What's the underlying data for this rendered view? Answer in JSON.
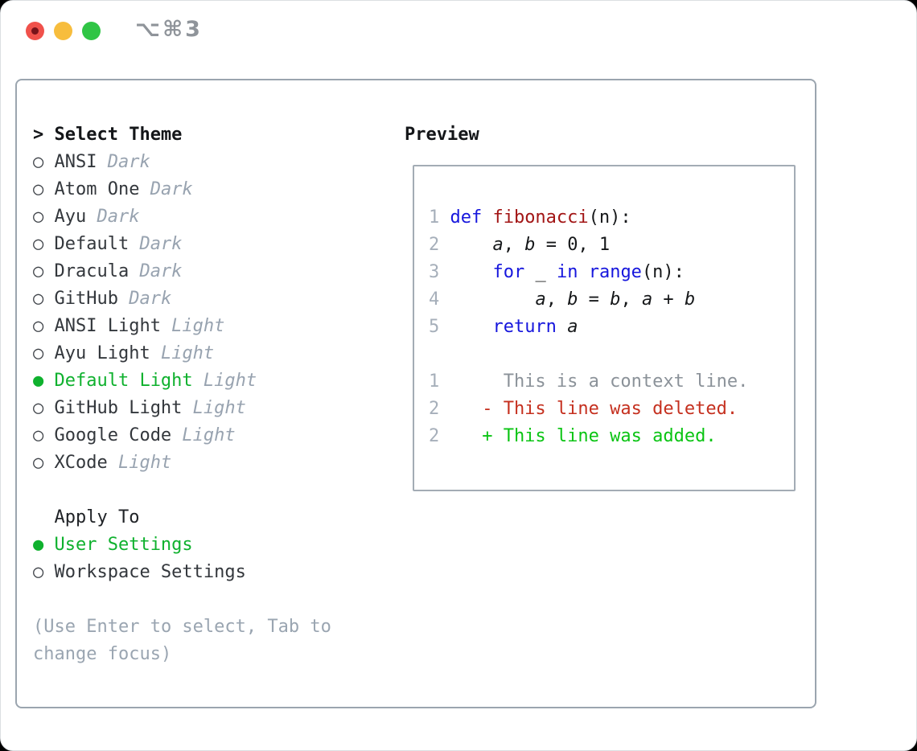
{
  "window": {
    "title": "⌥⌘3",
    "traffic_lights": [
      {
        "name": "close",
        "color": "#f0514b"
      },
      {
        "name": "minimize",
        "color": "#f7bd3d"
      },
      {
        "name": "zoom",
        "color": "#30c545"
      }
    ]
  },
  "theme_list": {
    "pointer": ">",
    "header": "Select Theme",
    "items": [
      {
        "name": "ANSI",
        "variant": "Dark",
        "selected": false
      },
      {
        "name": "Atom One",
        "variant": "Dark",
        "selected": false
      },
      {
        "name": "Ayu",
        "variant": "Dark",
        "selected": false
      },
      {
        "name": "Default",
        "variant": "Dark",
        "selected": false
      },
      {
        "name": "Dracula",
        "variant": "Dark",
        "selected": false
      },
      {
        "name": "GitHub",
        "variant": "Dark",
        "selected": false
      },
      {
        "name": "ANSI Light",
        "variant": "Light",
        "selected": false
      },
      {
        "name": "Ayu Light",
        "variant": "Light",
        "selected": false
      },
      {
        "name": "Default Light",
        "variant": "Light",
        "selected": true
      },
      {
        "name": "GitHub Light",
        "variant": "Light",
        "selected": false
      },
      {
        "name": "Google Code",
        "variant": "Light",
        "selected": false
      },
      {
        "name": "XCode",
        "variant": "Light",
        "selected": false
      }
    ]
  },
  "apply_to": {
    "header": "Apply To",
    "options": [
      {
        "label": "User Settings",
        "selected": true
      },
      {
        "label": "Workspace Settings",
        "selected": false
      }
    ]
  },
  "hint": {
    "full": "(Use Enter to select, Tab to change focus)",
    "lines": [
      "(Use Enter to select, Tab to",
      "change focus)"
    ]
  },
  "preview": {
    "title": "Preview",
    "code_lines": [
      {
        "num": "1",
        "tokens": [
          {
            "c": "kw",
            "t": "def "
          },
          {
            "c": "fn",
            "t": "fibonacci"
          },
          {
            "c": "pl",
            "t": "(n):"
          }
        ]
      },
      {
        "num": "2",
        "tokens": [
          {
            "c": "pl",
            "t": "    "
          },
          {
            "c": "var",
            "t": "a"
          },
          {
            "c": "pl",
            "t": ", "
          },
          {
            "c": "var",
            "t": "b"
          },
          {
            "c": "pl",
            "t": " = 0, 1"
          }
        ]
      },
      {
        "num": "3",
        "tokens": [
          {
            "c": "pl",
            "t": "    "
          },
          {
            "c": "kw",
            "t": "for"
          },
          {
            "c": "pl",
            "t": " _ "
          },
          {
            "c": "kw",
            "t": "in"
          },
          {
            "c": "pl",
            "t": " "
          },
          {
            "c": "kw",
            "t": "range"
          },
          {
            "c": "pl",
            "t": "(n):"
          }
        ]
      },
      {
        "num": "4",
        "tokens": [
          {
            "c": "pl",
            "t": "        "
          },
          {
            "c": "var",
            "t": "a"
          },
          {
            "c": "pl",
            "t": ", "
          },
          {
            "c": "var",
            "t": "b"
          },
          {
            "c": "pl",
            "t": " = "
          },
          {
            "c": "var",
            "t": "b"
          },
          {
            "c": "pl",
            "t": ", "
          },
          {
            "c": "var",
            "t": "a"
          },
          {
            "c": "pl",
            "t": " + "
          },
          {
            "c": "var",
            "t": "b"
          }
        ]
      },
      {
        "num": "5",
        "tokens": [
          {
            "c": "pl",
            "t": "    "
          },
          {
            "c": "kw",
            "t": "return"
          },
          {
            "c": "pl",
            "t": " "
          },
          {
            "c": "var",
            "t": "a"
          }
        ]
      },
      {
        "num": "",
        "tokens": []
      },
      {
        "num": "1",
        "tokens": [
          {
            "c": "ctx",
            "t": "     This is a context line."
          }
        ]
      },
      {
        "num": "2",
        "tokens": [
          {
            "c": "del",
            "t": "   - This line was deleted."
          }
        ]
      },
      {
        "num": "2",
        "tokens": [
          {
            "c": "add",
            "t": "   + This line was added."
          }
        ]
      }
    ]
  },
  "colors": {
    "accent_green": "#0fb12e",
    "keyword_blue": "#1616dd",
    "function_red": "#a21515",
    "deleted_red": "#c5301f",
    "added_green": "#0ac413",
    "context_gray": "#8b9299",
    "muted_gray": "#98a3b0",
    "panel_border": "#9ba5af"
  }
}
